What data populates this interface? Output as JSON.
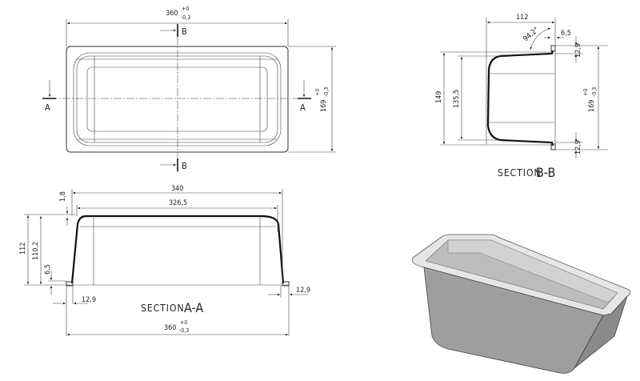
{
  "top_view": {
    "width_dim": "360",
    "width_tol_plus": "+0",
    "width_tol_minus": "-0,3",
    "height_dim": "169",
    "height_tol_plus": "+0",
    "height_tol_minus": "-0,3",
    "section_a_label": "A",
    "section_b_label": "B"
  },
  "section_bb": {
    "title_word": "SECTION",
    "title_letters": "B-B",
    "width_dim": "112",
    "angle": "94,2°",
    "flange_dim": "6,5",
    "rim_top_dim": "12,9",
    "rim_bottom_dim": "12,9",
    "outer_height_dim": "149",
    "inner_height_dim": "135,5",
    "total_dim": "169",
    "total_tol_plus": "+0",
    "total_tol_minus": "-0,3"
  },
  "section_aa": {
    "title_word": "SECTION",
    "title_letters": "A-A",
    "outer_len_dim": "340",
    "inner_len_dim": "326,5",
    "wall_dim": "1,8",
    "height_dim": "112",
    "inner_height_dim": "110,2",
    "rim_dim": "6,5",
    "left_flange_dim": "12,9",
    "right_flange_dim": "12,9",
    "total_dim": "360",
    "total_tol_plus": "+0",
    "total_tol_minus": "-0,3"
  }
}
